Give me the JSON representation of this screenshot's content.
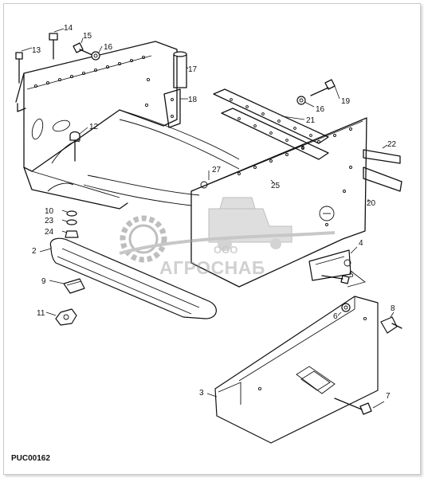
{
  "drawing_code": "PUC00162",
  "watermark": {
    "line1": "ООО",
    "line2": "АГРОСНАБ"
  },
  "callouts": [
    "2",
    "3",
    "4",
    "5",
    "6",
    "7",
    "8",
    "9",
    "10",
    "11",
    "12",
    "13",
    "14",
    "15",
    "16",
    "16",
    "17",
    "18",
    "19",
    "20",
    "21",
    "22",
    "23",
    "24",
    "25",
    "27"
  ]
}
